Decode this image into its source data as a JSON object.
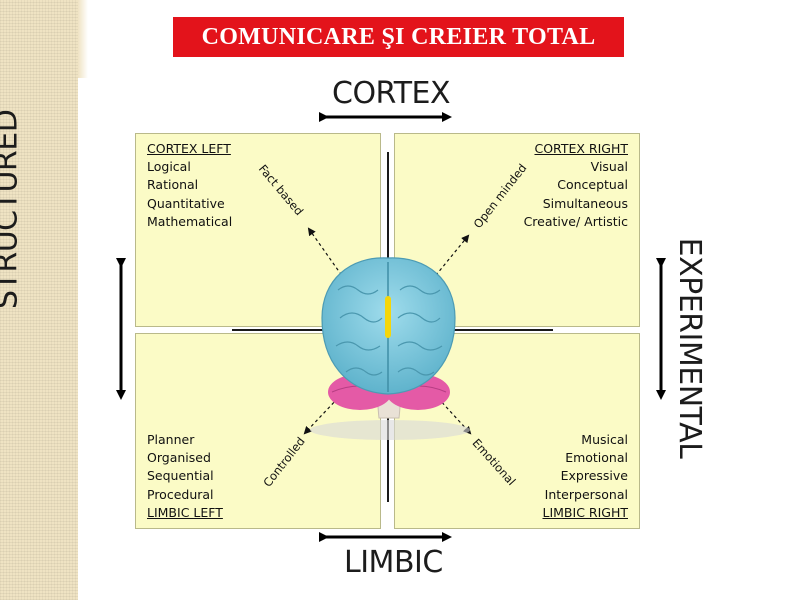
{
  "title": "COMUNICARE ŞI CREIER TOTAL",
  "axes": {
    "top": "CORTEX",
    "bottom": "LIMBIC",
    "left": "STRUCTURED",
    "right": "EXPERIMENTAL"
  },
  "quadrants": {
    "top_left": {
      "heading": "CORTEX LEFT",
      "items": [
        "Logical",
        "Rational",
        "Quantitative",
        "Mathematical"
      ]
    },
    "top_right": {
      "heading": "CORTEX RIGHT",
      "items": [
        "Visual",
        "Conceptual",
        "Simultaneous",
        "Creative/ Artistic"
      ]
    },
    "bottom_left": {
      "items": [
        "Planner",
        "Organised",
        "Sequential",
        "Procedural"
      ],
      "heading": "LIMBIC LEFT"
    },
    "bottom_right": {
      "items": [
        "Musical",
        "Emotional",
        "Expressive",
        "Interpersonal"
      ],
      "heading": "LIMBIC RIGHT"
    }
  },
  "diagonals": {
    "top_left": "Fact based",
    "top_right": "Open minded",
    "bottom_left": "Controlled",
    "bottom_right": "Emotional"
  },
  "colors": {
    "banner": "#e3131b",
    "quadrant_fill": "#fbfbc6",
    "brain": "#7cc8dc",
    "brain_midline": "#f5d60a",
    "cerebellum": "#e45aa6",
    "side_strip": "#efe3c3"
  }
}
